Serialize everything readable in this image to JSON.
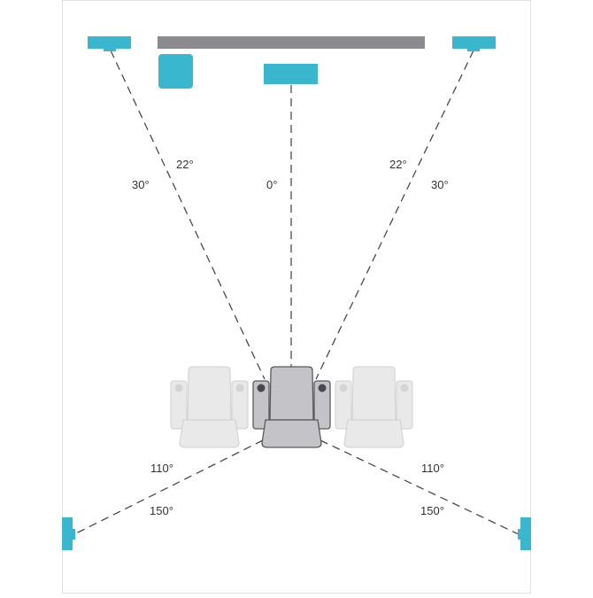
{
  "colors": {
    "speaker": "#3bb6cf",
    "screen": "#8a8a8f",
    "dash": "#4a4a4a",
    "seat_main": "#c4c4c8",
    "seat_main_stroke": "#5a5a5e",
    "seat_side": "#e9e9e9",
    "seat_side_stroke": "#cfcfcf",
    "frame": "#e2e2e2"
  },
  "angle_labels": {
    "front_left_inner": "22°",
    "front_left_outer": "30°",
    "center": "0°",
    "front_right_inner": "22°",
    "front_right_outer": "30°",
    "surround_left_inner": "110°",
    "surround_left_outer": "150°",
    "surround_right_inner": "110°",
    "surround_right_outer": "150°"
  },
  "icons": {
    "front_left_speaker": "speaker-front-left-icon",
    "front_right_speaker": "speaker-front-right-icon",
    "center_speaker": "speaker-center-icon",
    "subwoofer": "subwoofer-icon",
    "surround_left_speaker": "speaker-surround-left-icon",
    "surround_right_speaker": "speaker-surround-right-icon",
    "screen": "screen-icon",
    "seat": "seat-icon"
  }
}
